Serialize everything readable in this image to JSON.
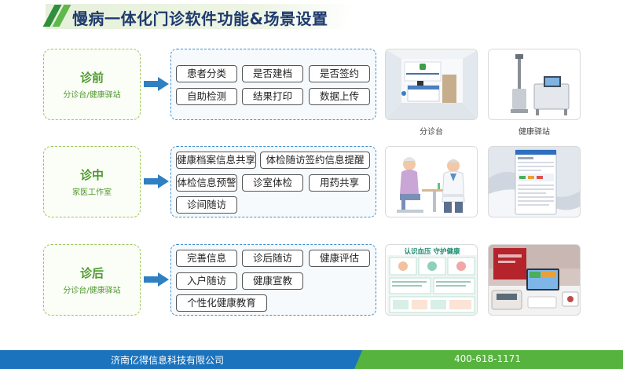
{
  "title": "慢病一体化门诊软件功能&场景设置",
  "colors": {
    "green": "#4d9a2c",
    "blue": "#1b73bd",
    "footer_green": "#55b33e",
    "navy": "#1f3b6e"
  },
  "stages": [
    {
      "name": "诊前",
      "sub": "分诊台/健康驿站",
      "features": [
        "患者分类",
        "是否建档",
        "是否签约",
        "自助检测",
        "结果打印",
        "数据上传"
      ],
      "photos": [
        {
          "caption": "分诊台",
          "icon": "triage-desk-image"
        },
        {
          "caption": "健康驿站",
          "icon": "health-kiosk-image"
        }
      ]
    },
    {
      "name": "诊中",
      "sub": "家医工作室",
      "features": [
        "健康档案信息共享",
        "体检随访签约信息提醒",
        "体检信息预警",
        "诊室体检",
        "用药共享",
        "诊间随访"
      ],
      "photos": [
        {
          "caption": "",
          "icon": "doctor-consultation-image"
        },
        {
          "caption": "",
          "icon": "software-screen-image"
        }
      ]
    },
    {
      "name": "诊后",
      "sub": "分诊台/健康驿站",
      "features": [
        "完善信息",
        "诊后随访",
        "健康评估",
        "入户随访",
        "健康宣教",
        "个性化健康教育"
      ],
      "photos": [
        {
          "caption": "",
          "icon": "health-poster-image"
        },
        {
          "caption": "",
          "icon": "health-station-image"
        }
      ],
      "poster_text": "认识血压 守护健康"
    }
  ],
  "footer": {
    "company": "济南亿得信息科技有限公司",
    "phone": "400-618-1171"
  }
}
